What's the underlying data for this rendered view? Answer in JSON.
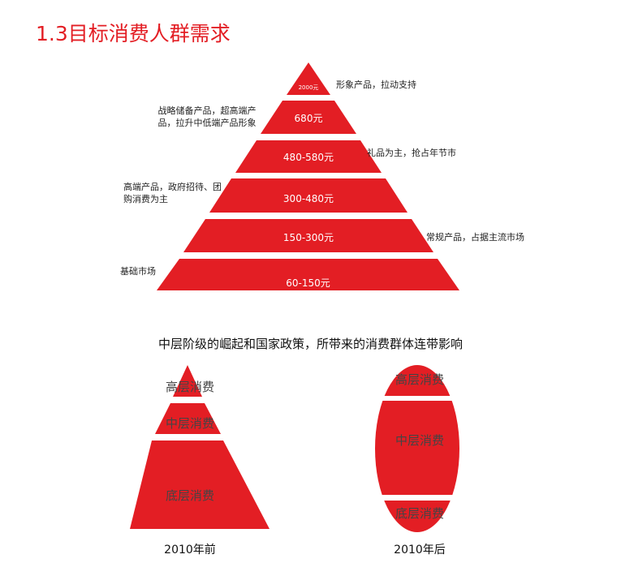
{
  "title": "1.3目标消费人群需求",
  "pyramid": {
    "tiers": [
      {
        "price": "2000元",
        "note": "形象产品，拉动支持"
      },
      {
        "price": "680元",
        "note": "战略储备产品，超高端产品，拉升中低端产品形象"
      },
      {
        "price": "480-580元",
        "note": "礼品为主，抢占年节市"
      },
      {
        "price": "300-480元",
        "note": "高端产品，政府招待、团购消费为主"
      },
      {
        "price": "150-300元",
        "note": "常规产品，占据主流市场"
      },
      {
        "price": "60-150元",
        "note": "基础市场"
      }
    ]
  },
  "subtitle": "中层阶级的崛起和国家政策，所带来的消费群体连带影响",
  "before": {
    "labels": [
      "高层消费",
      "中层消费",
      "底层消费"
    ],
    "caption": "2010年前"
  },
  "after": {
    "labels": [
      "高层消费",
      "中层消费",
      "底层消费"
    ],
    "caption": "2010年后"
  },
  "colors": {
    "red": "#e31e24"
  }
}
